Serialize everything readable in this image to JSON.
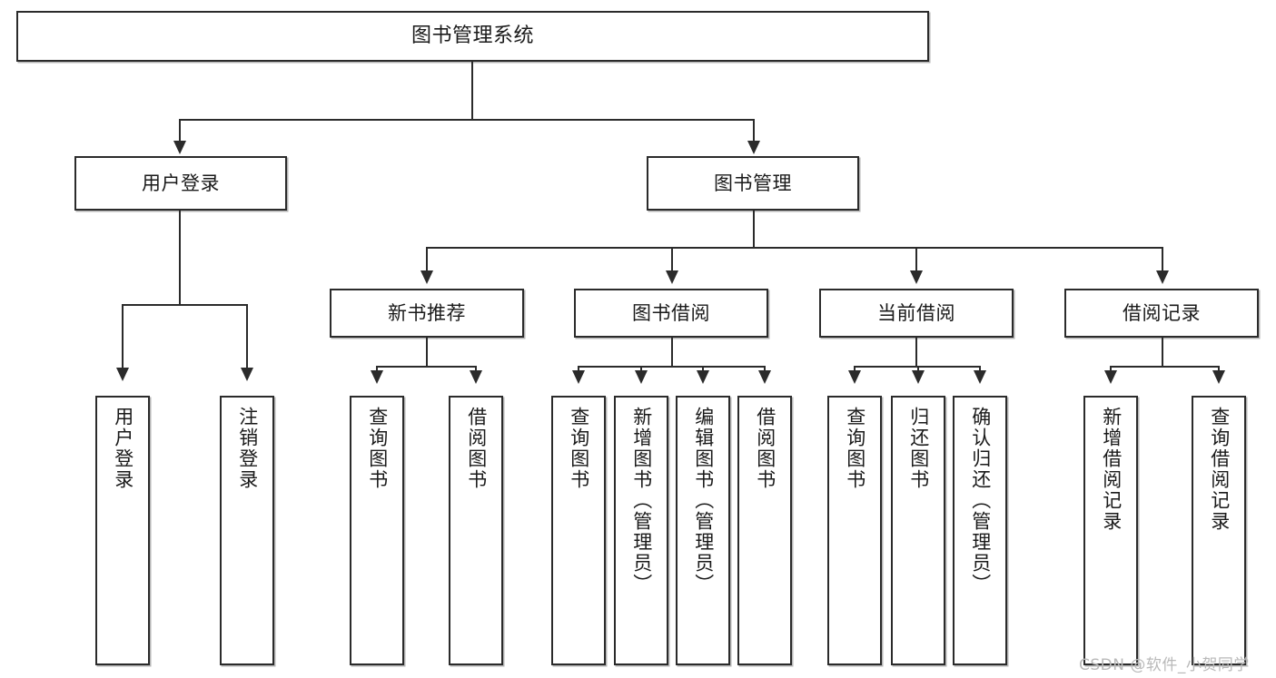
{
  "diagram": {
    "title": "图书管理系统",
    "watermark": "CSDN @软件_小贺同学",
    "colors": {
      "box_border": "#2b2b2b",
      "box_fill": "#ffffff",
      "connector": "#2b2b2b",
      "text": "#1a1a1a",
      "watermark": "#b9b9b9",
      "background": "#ffffff"
    }
  },
  "nodes": {
    "root": {
      "label": "图书管理系统"
    },
    "level1": [
      {
        "id": "user-login",
        "label": "用户登录"
      },
      {
        "id": "book-management",
        "label": "图书管理"
      }
    ],
    "level2": [
      {
        "id": "new-book-recommend",
        "label": "新书推荐"
      },
      {
        "id": "book-borrow",
        "label": "图书借阅"
      },
      {
        "id": "current-borrow",
        "label": "当前借阅"
      },
      {
        "id": "borrow-record",
        "label": "借阅记录"
      }
    ],
    "leaves": {
      "user_login": [
        {
          "id": "leaf-user-login",
          "label": "用户登录"
        },
        {
          "id": "leaf-logout-login",
          "label": "注销登录"
        }
      ],
      "new_book_recommend": [
        {
          "id": "leaf-query-book-1",
          "label": "查询图书"
        },
        {
          "id": "leaf-borrow-book-1",
          "label": "借阅图书"
        }
      ],
      "book_borrow": [
        {
          "id": "leaf-query-book-2",
          "label": "查询图书"
        },
        {
          "id": "leaf-add-book",
          "label": "新增图书（管理员）"
        },
        {
          "id": "leaf-edit-book",
          "label": "编辑图书（管理员）"
        },
        {
          "id": "leaf-borrow-book-2",
          "label": "借阅图书"
        }
      ],
      "current_borrow": [
        {
          "id": "leaf-query-book-3",
          "label": "查询图书"
        },
        {
          "id": "leaf-return-book",
          "label": "归还图书"
        },
        {
          "id": "leaf-confirm-return",
          "label": "确认归还（管理员）"
        }
      ],
      "borrow_record": [
        {
          "id": "leaf-add-record",
          "label": "新增借阅记录"
        },
        {
          "id": "leaf-query-record",
          "label": "查询借阅记录"
        }
      ]
    }
  }
}
